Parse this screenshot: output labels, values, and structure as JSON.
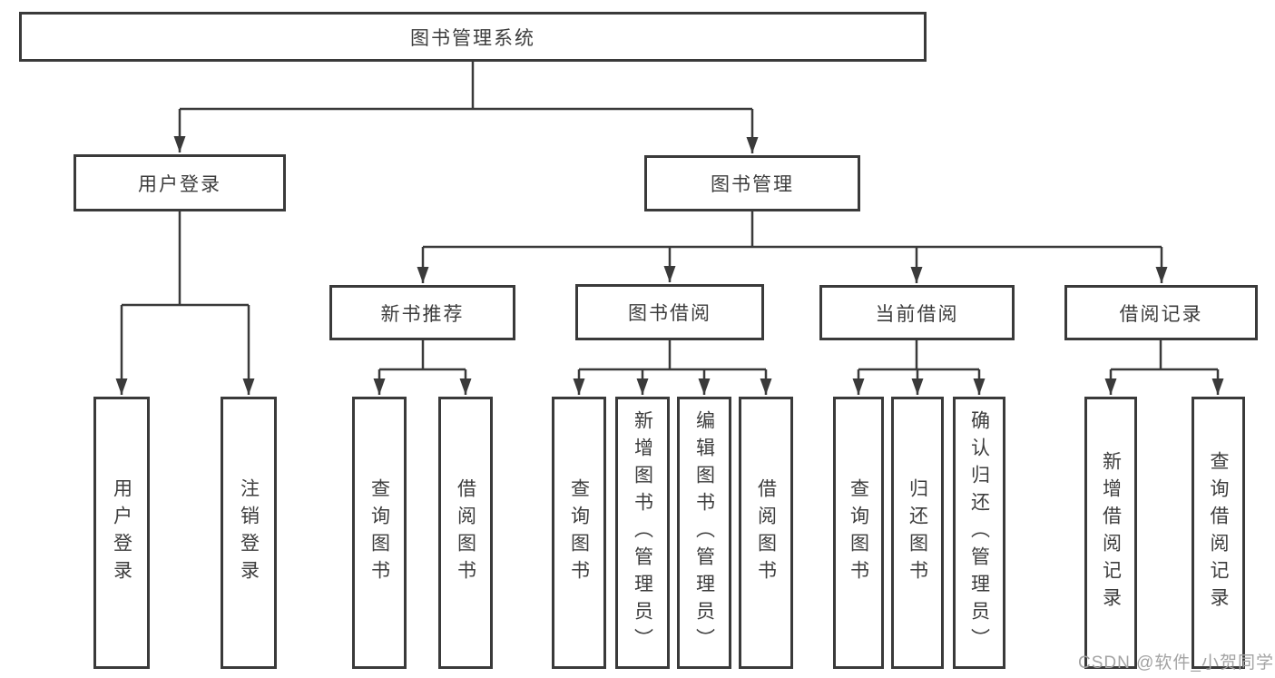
{
  "diagram": {
    "type": "hierarchy-tree",
    "title": "图书管理系统",
    "watermark": "CSDN @软件_小贺同学",
    "colors": {
      "background": "#ffffff",
      "node_border": "#3a3a3a",
      "node_text": "#3d3d3d",
      "connector": "#3a3a3a",
      "watermark_text": "#a3a3a3"
    },
    "nodes": {
      "root": {
        "label": "图书管理系统"
      },
      "level2": [
        {
          "label": "用户登录"
        },
        {
          "label": "图书管理"
        }
      ],
      "level3": [
        {
          "label": "新书推荐"
        },
        {
          "label": "图书借阅"
        },
        {
          "label": "当前借阅"
        },
        {
          "label": "借阅记录"
        }
      ],
      "leaves": [
        {
          "label": "用户登录"
        },
        {
          "label": "注销登录"
        },
        {
          "label": "查询图书"
        },
        {
          "label": "借阅图书"
        },
        {
          "label": "查询图书"
        },
        {
          "label": "新增图书（管理员）"
        },
        {
          "label": "编辑图书（管理员）"
        },
        {
          "label": "借阅图书"
        },
        {
          "label": "查询图书"
        },
        {
          "label": "归还图书"
        },
        {
          "label": "确认归还（管理员）"
        },
        {
          "label": "新增借阅记录"
        },
        {
          "label": "查询借阅记录"
        }
      ]
    },
    "hierarchy": {
      "图书管理系统": [
        "用户登录",
        "图书管理"
      ],
      "用户登录": [
        "用户登录",
        "注销登录"
      ],
      "图书管理": [
        "新书推荐",
        "图书借阅",
        "当前借阅",
        "借阅记录"
      ],
      "新书推荐": [
        "查询图书",
        "借阅图书"
      ],
      "图书借阅": [
        "查询图书",
        "新增图书（管理员）",
        "编辑图书（管理员）",
        "借阅图书"
      ],
      "当前借阅": [
        "查询图书",
        "归还图书",
        "确认归还（管理员）"
      ],
      "借阅记录": [
        "新增借阅记录",
        "查询借阅记录"
      ]
    }
  }
}
